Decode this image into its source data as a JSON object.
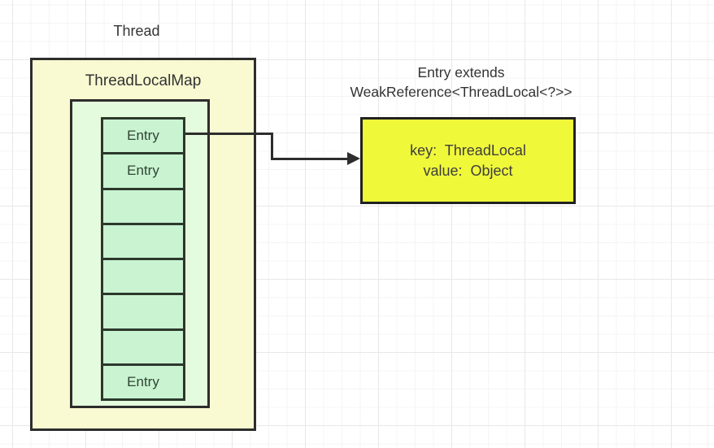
{
  "diagram": {
    "thread_label": "Thread",
    "map": {
      "title": "ThreadLocalMap",
      "entries": [
        "Entry",
        "Entry",
        "",
        "",
        "",
        "",
        "",
        "Entry"
      ]
    },
    "note": {
      "line1": "Entry extends",
      "line2": "WeakReference<ThreadLocal<?>>"
    },
    "entry_detail": {
      "key_line": "key:  ThreadLocal",
      "value_line": "value:  Object"
    },
    "colors": {
      "map_fill": "#f9f9d2",
      "table_fill": "#e4fbdd",
      "cell_fill": "#c9f3d1",
      "detail_fill": "#f0f83a",
      "border": "#2d2d2d",
      "text": "#333333"
    }
  }
}
